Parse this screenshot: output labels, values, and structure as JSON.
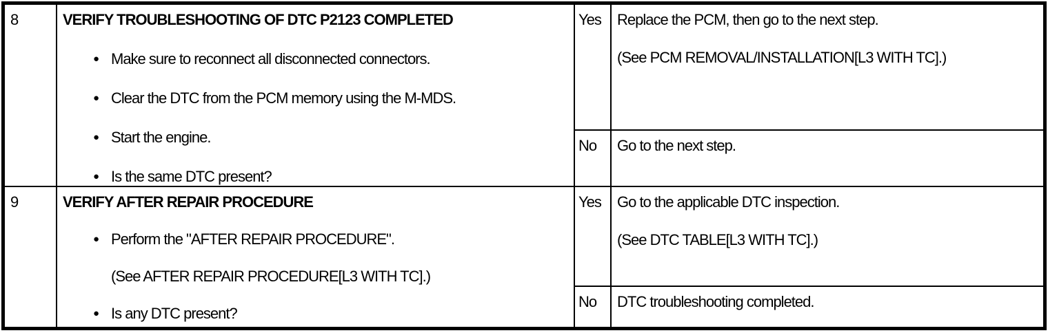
{
  "glyphs": {
    "bullet": "●"
  },
  "colors": {
    "ink": "#000000",
    "paper": "#ffffff"
  },
  "table": {
    "rows": [
      {
        "step": "8",
        "title": "VERIFY TROUBLESHOOTING OF DTC P2123 COMPLETED",
        "items": [
          {
            "text": "Make sure to reconnect all disconnected connectors."
          },
          {
            "text": "Clear the DTC from the PCM memory using the M-MDS."
          },
          {
            "text": "Start the engine."
          },
          {
            "text": "Is the same DTC present?"
          }
        ],
        "yes": {
          "label": "Yes",
          "lines": [
            "Replace the PCM, then go to the next step.",
            "(See PCM REMOVAL/INSTALLATION[L3 WITH TC].)"
          ]
        },
        "no": {
          "label": "No",
          "lines": [
            "Go to the next step."
          ]
        }
      },
      {
        "step": "9",
        "title": "VERIFY AFTER REPAIR PROCEDURE",
        "items": [
          {
            "text": "Perform the \"AFTER REPAIR PROCEDURE\"."
          },
          {
            "text": "(See AFTER REPAIR PROCEDURE[L3 WITH TC].)",
            "continuation": true
          },
          {
            "text": "Is any DTC present?"
          }
        ],
        "yes": {
          "label": "Yes",
          "lines": [
            "Go to the applicable DTC inspection.",
            "(See DTC TABLE[L3 WITH TC].)"
          ]
        },
        "no": {
          "label": "No",
          "lines": [
            "DTC troubleshooting completed."
          ]
        }
      }
    ]
  }
}
